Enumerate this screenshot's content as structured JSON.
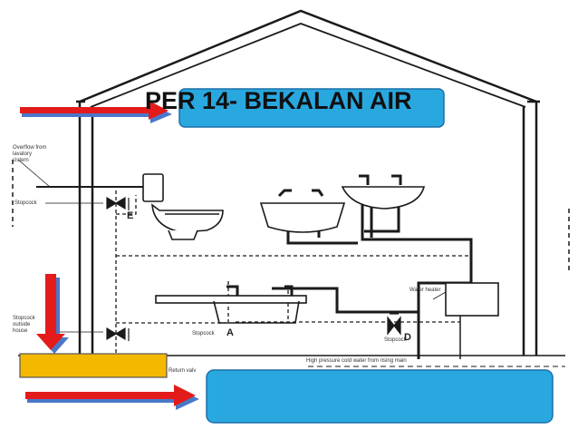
{
  "title": "PER 14- BEKALAN AIR",
  "labels": {
    "overflow_line1": "Overflow from",
    "overflow_line2": "lavatory",
    "overflow_line3": "cistern",
    "stopcock_left": "Stopcock",
    "stopcock_outside_line1": "Stopcock",
    "stopcock_outside_line2": "outside",
    "stopcock_outside_line3": "house",
    "stopcock_a": "Stopcock",
    "stopcock_d": "Stopcock",
    "water_heater": "Water heater",
    "high_pressure": "High pressure cold water from rising main",
    "return_valve": "Return valv"
  },
  "letters": {
    "e": "E",
    "a": "A",
    "d": "D"
  },
  "colors": {
    "arrow_red": "#e31b1b",
    "arrow_shadow": "#4a78c8",
    "box_blue": "#29a8e0",
    "box_orange": "#f5b800",
    "line_dark": "#1a1a1a"
  },
  "icons": [
    "house-outline",
    "pipe-network",
    "toilet-icon",
    "basin-icon",
    "sink-icon",
    "water-heater-icon",
    "stopcock-valve-icon",
    "arrow-right-icon",
    "arrow-down-icon"
  ]
}
